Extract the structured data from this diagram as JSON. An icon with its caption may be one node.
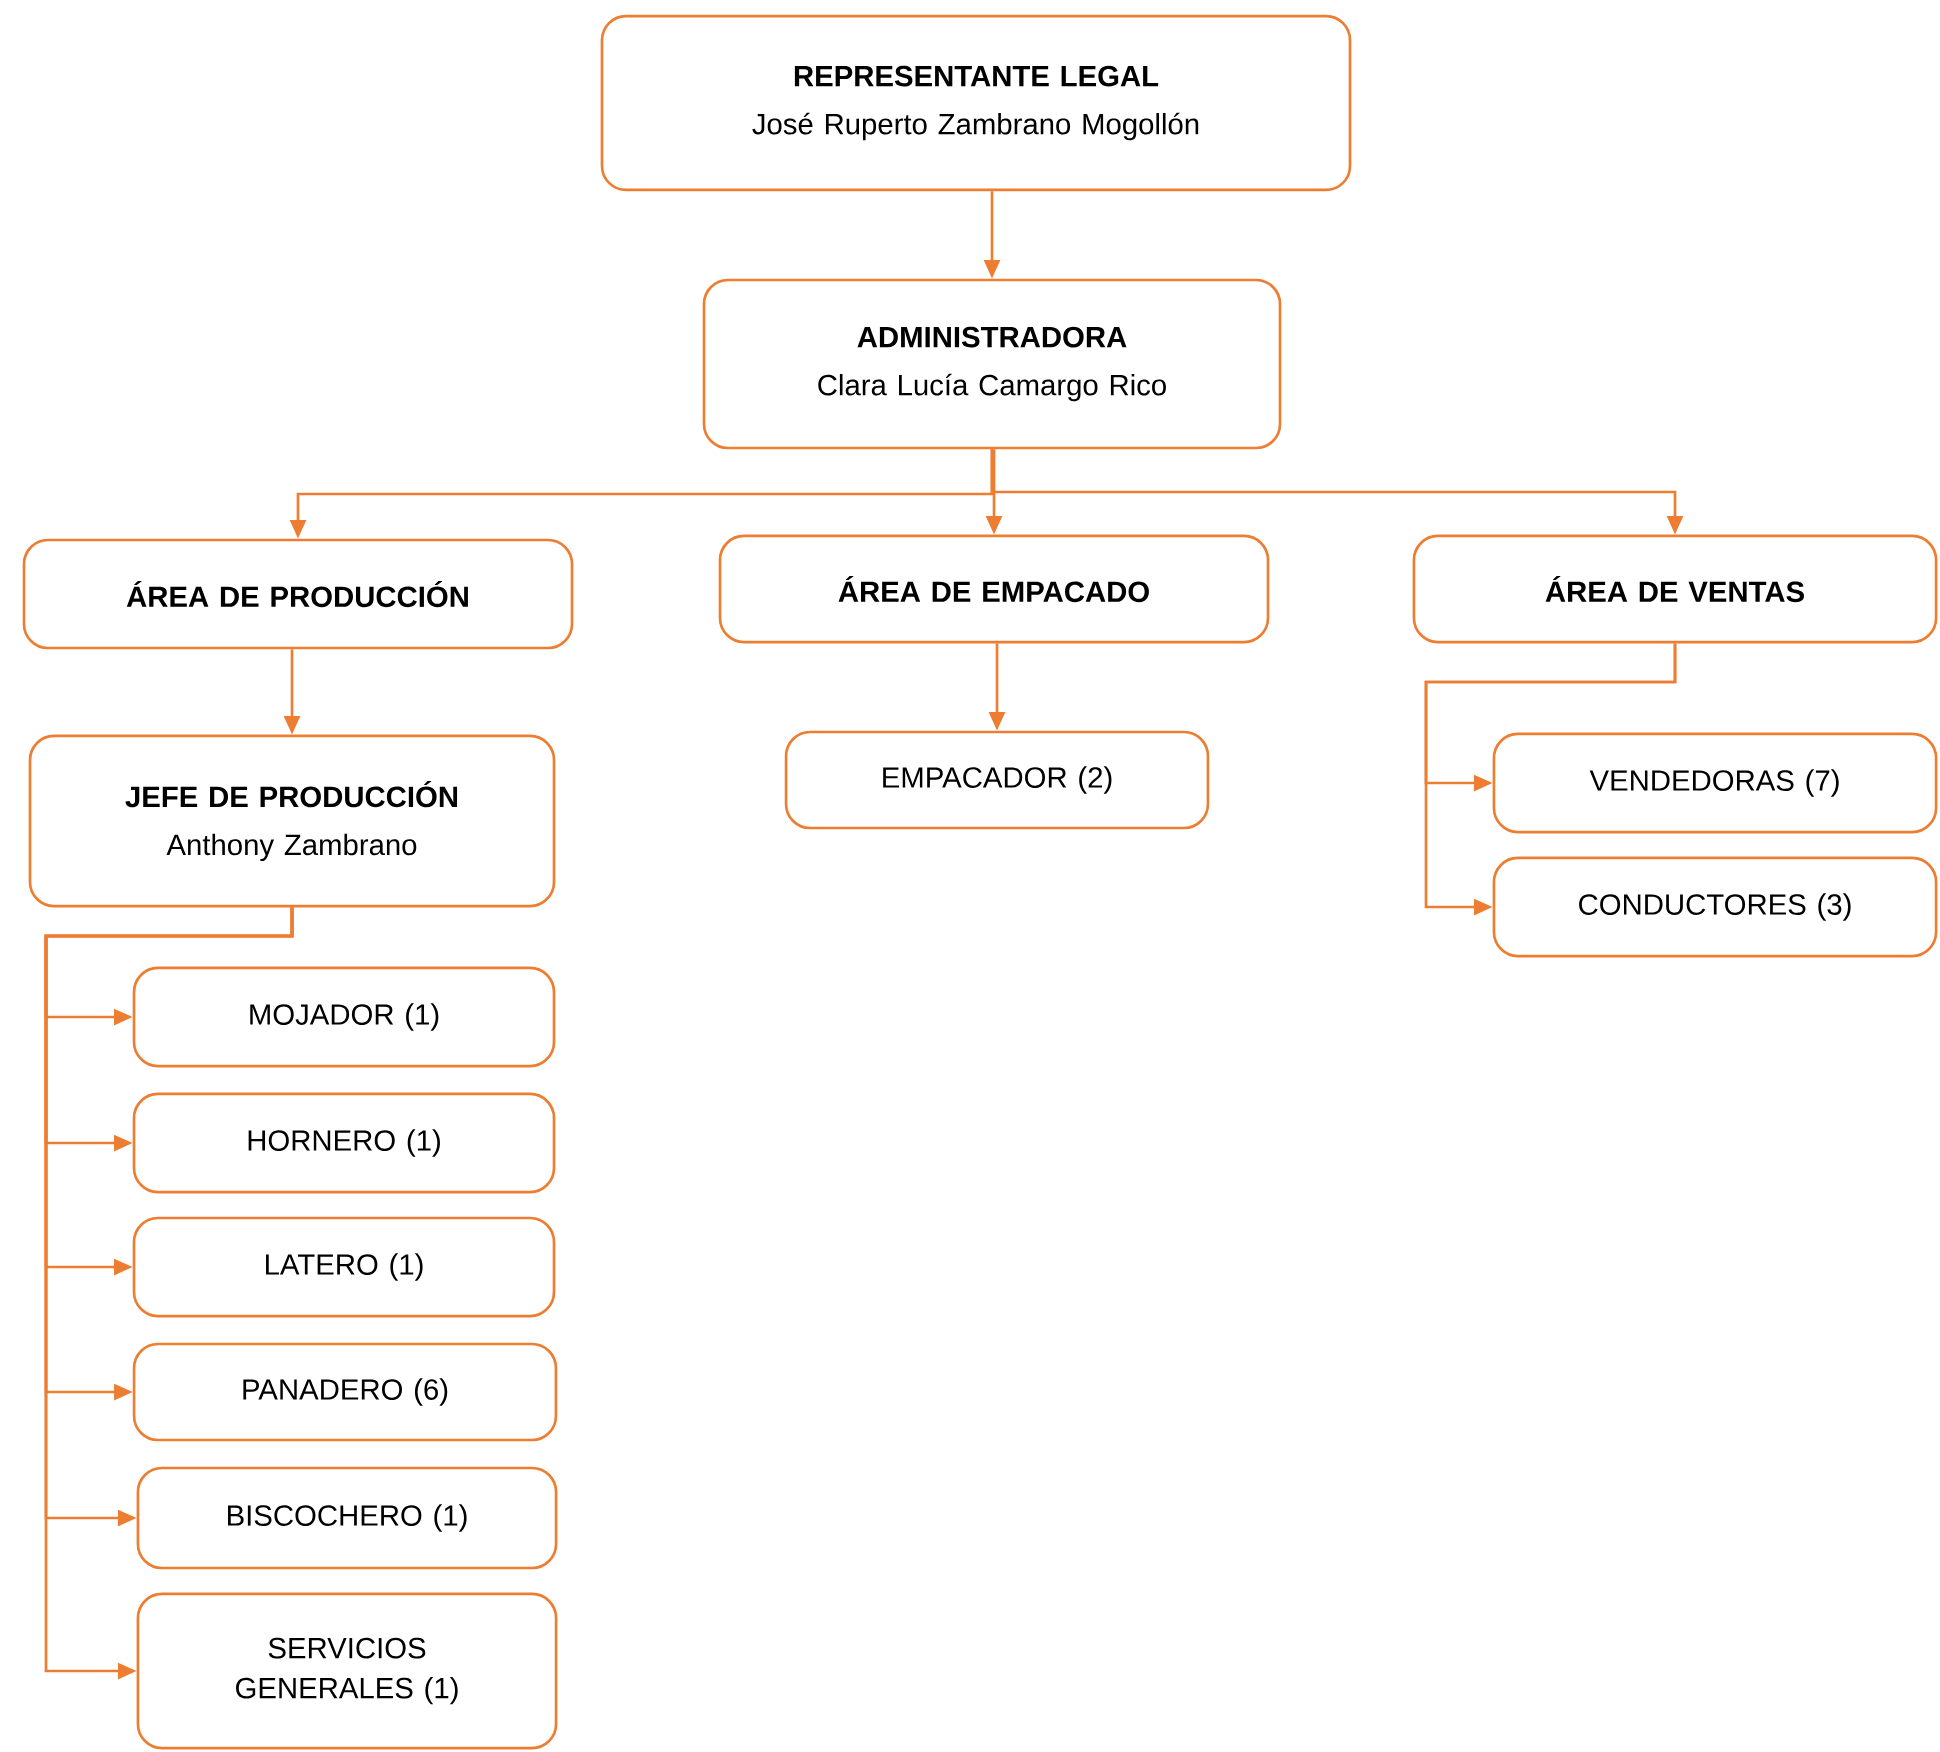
{
  "diagram": {
    "nodes": [
      {
        "text": [
          "REPRESENTANTE LEGAL",
          "José Ruperto Zambrano Mogollón"
        ]
      },
      {
        "text": [
          "ADMINISTRADORA",
          "Clara Lucía Camargo Rico"
        ]
      },
      {
        "text": [
          "ÁREA DE PRODUCCIÓN"
        ]
      },
      {
        "text": [
          "ÁREA DE EMPACADO"
        ]
      },
      {
        "text": [
          "ÁREA DE VENTAS"
        ]
      },
      {
        "text": [
          "JEFE DE PRODUCCIÓN",
          "Anthony Zambrano"
        ]
      },
      {
        "text": [
          "EMPACADOR (2)"
        ]
      },
      {
        "text": [
          "VENDEDORAS (7)"
        ]
      },
      {
        "text": [
          "CONDUCTORES (3)"
        ]
      },
      {
        "text": [
          "MOJADOR (1)"
        ]
      },
      {
        "text": [
          "HORNERO (1)"
        ]
      },
      {
        "text": [
          "LATERO (1)"
        ]
      },
      {
        "text": [
          "PANADERO (6)"
        ]
      },
      {
        "text": [
          "BISCOCHERO (1)"
        ]
      },
      {
        "text": [
          "SERVICIOS GENERALES (1)"
        ]
      }
    ],
    "edges": [
      {
        "from": 0,
        "to": 1,
        "arrow": "to"
      },
      {
        "from": 1,
        "to": 2,
        "arrow": "to"
      },
      {
        "from": 1,
        "to": 3,
        "arrow": "to"
      },
      {
        "from": 1,
        "to": 4,
        "arrow": "to"
      },
      {
        "from": 2,
        "to": 5,
        "arrow": "to"
      },
      {
        "from": 3,
        "to": 6,
        "arrow": "to"
      },
      {
        "from": 4,
        "to": 7,
        "arrow": "to"
      },
      {
        "from": 4,
        "to": 8,
        "arrow": "to"
      },
      {
        "from": 5,
        "to": 9,
        "arrow": "to"
      },
      {
        "from": 5,
        "to": 10,
        "arrow": "to"
      },
      {
        "from": 5,
        "to": 11,
        "arrow": "to"
      },
      {
        "from": 5,
        "to": 12,
        "arrow": "to"
      },
      {
        "from": 5,
        "to": 13,
        "arrow": "to"
      },
      {
        "from": 5,
        "to": 14,
        "arrow": "to"
      }
    ]
  }
}
